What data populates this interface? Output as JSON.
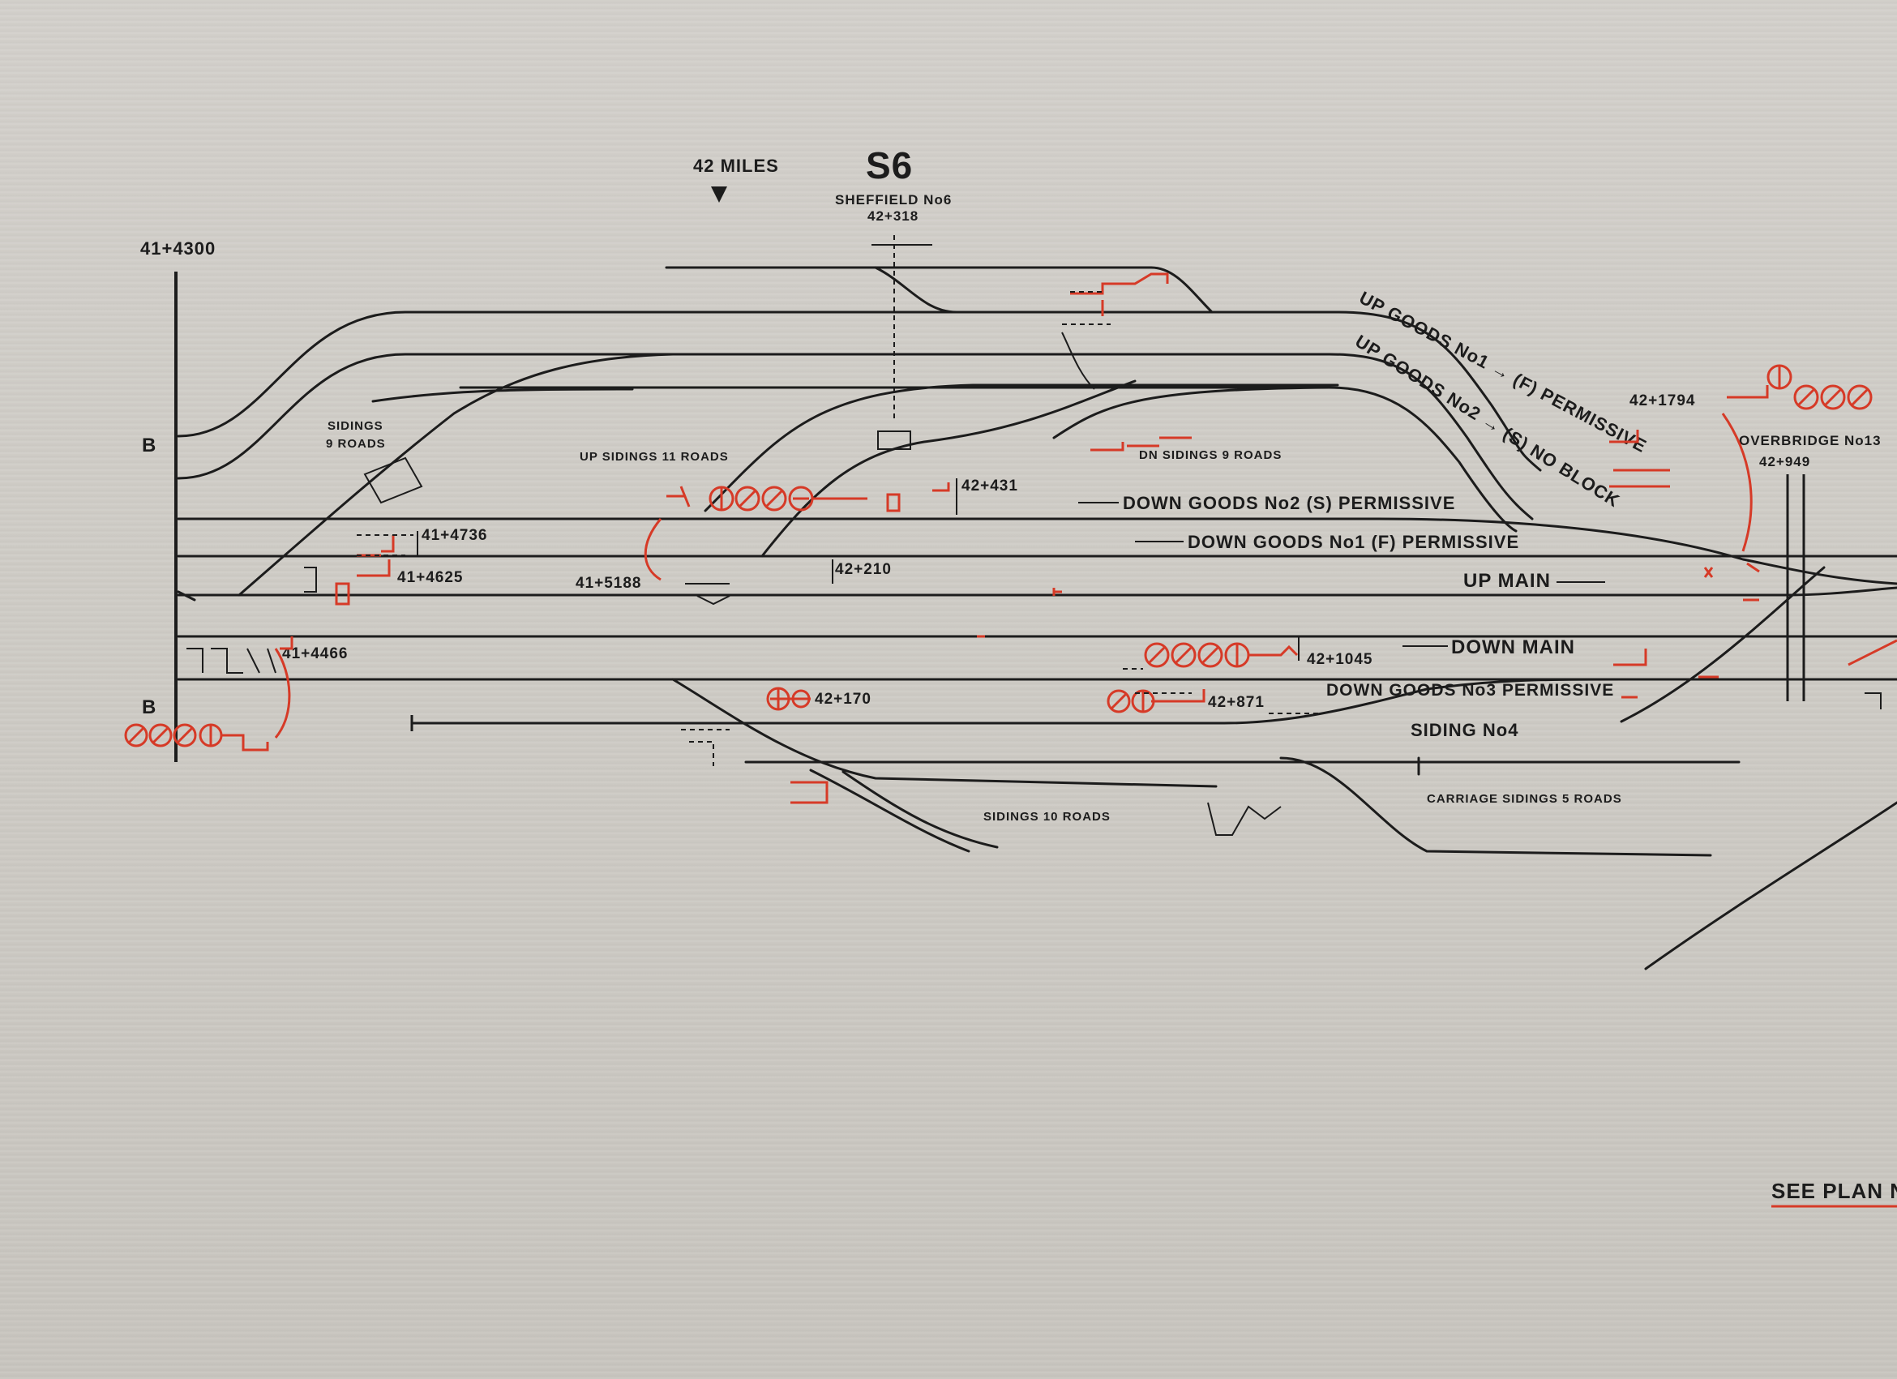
{
  "header": {
    "mileage_marker": "42 MILES",
    "box_code": "S6",
    "box_name": "SHEFFIELD No6",
    "box_mileage": "42+318",
    "start_mileage": "41+4300"
  },
  "edge_markers": {
    "top": "B",
    "bottom": "B"
  },
  "lines": {
    "up_goods_1": "UP GOODS No1 → (F) PERMISSIVE",
    "up_goods_2": "UP GOODS No2 → (S) NO BLOCK",
    "down_goods_2": "DOWN GOODS No2 (S) PERMISSIVE",
    "down_goods_1": "DOWN GOODS No1 (F) PERMISSIVE",
    "up_main": "UP MAIN",
    "down_main": "DOWN MAIN",
    "down_goods_3": "DOWN GOODS No3 PERMISSIVE",
    "siding_4": "SIDING No4"
  },
  "sidings": {
    "sidings_9_a": "SIDINGS",
    "sidings_9_b": "9 ROADS",
    "up_sidings": "UP SIDINGS 11 ROADS",
    "dn_sidings": "DN SIDINGS 9 ROADS",
    "sidings_10": "SIDINGS 10 ROADS",
    "carriage": "CARRIAGE SIDINGS 5 ROADS"
  },
  "mileages": {
    "m_41_4736": "41+4736",
    "m_41_4625": "41+4625",
    "m_41_4466": "41+4466",
    "m_41_5188": "41+5188",
    "m_42_431": "42+431",
    "m_42_210": "42+210",
    "m_42_170": "42+170",
    "m_42_871": "42+871",
    "m_42_1045": "42+1045",
    "m_42_1794": "42+1794",
    "m_42_949": "42+949"
  },
  "overbridge": "OVERBRIDGE No13",
  "footer": {
    "see_plan": "SEE PLAN N"
  },
  "colors": {
    "paper": "#cfccc6",
    "ink": "#1c1c1c",
    "red_ink": "#d63a27"
  }
}
